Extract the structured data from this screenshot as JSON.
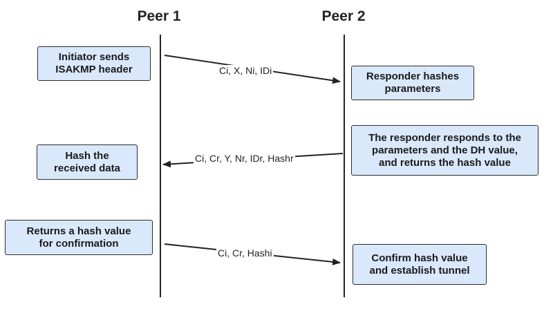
{
  "peers": {
    "peer1": "Peer 1",
    "peer2": "Peer 2"
  },
  "steps": [
    {
      "box_line1": "Initiator sends",
      "box_line2": "ISAKMP header",
      "box_line3": ""
    },
    {
      "box_line1": "Responder hashes",
      "box_line2": "parameters",
      "box_line3": ""
    },
    {
      "box_line1": "The responder responds to the",
      "box_line2": "parameters and the DH value,",
      "box_line3": "and returns the hash value"
    },
    {
      "box_line1": "Hash the",
      "box_line2": "received data",
      "box_line3": ""
    },
    {
      "box_line1": "Returns a hash value",
      "box_line2": "for confirmation",
      "box_line3": ""
    },
    {
      "box_line1": "Confirm hash value",
      "box_line2": "and establish tunnel",
      "box_line3": ""
    }
  ],
  "messages": [
    {
      "label": "Ci, X, Ni, IDi",
      "direction": "peer1-to-peer2"
    },
    {
      "label": "Ci, Cr, Y, Nr, IDr, Hashr",
      "direction": "peer2-to-peer1"
    },
    {
      "label": "Ci, Cr, Hashi",
      "direction": "peer1-to-peer2"
    }
  ],
  "colors": {
    "box_fill": "#dae8fc",
    "line": "#222222"
  }
}
